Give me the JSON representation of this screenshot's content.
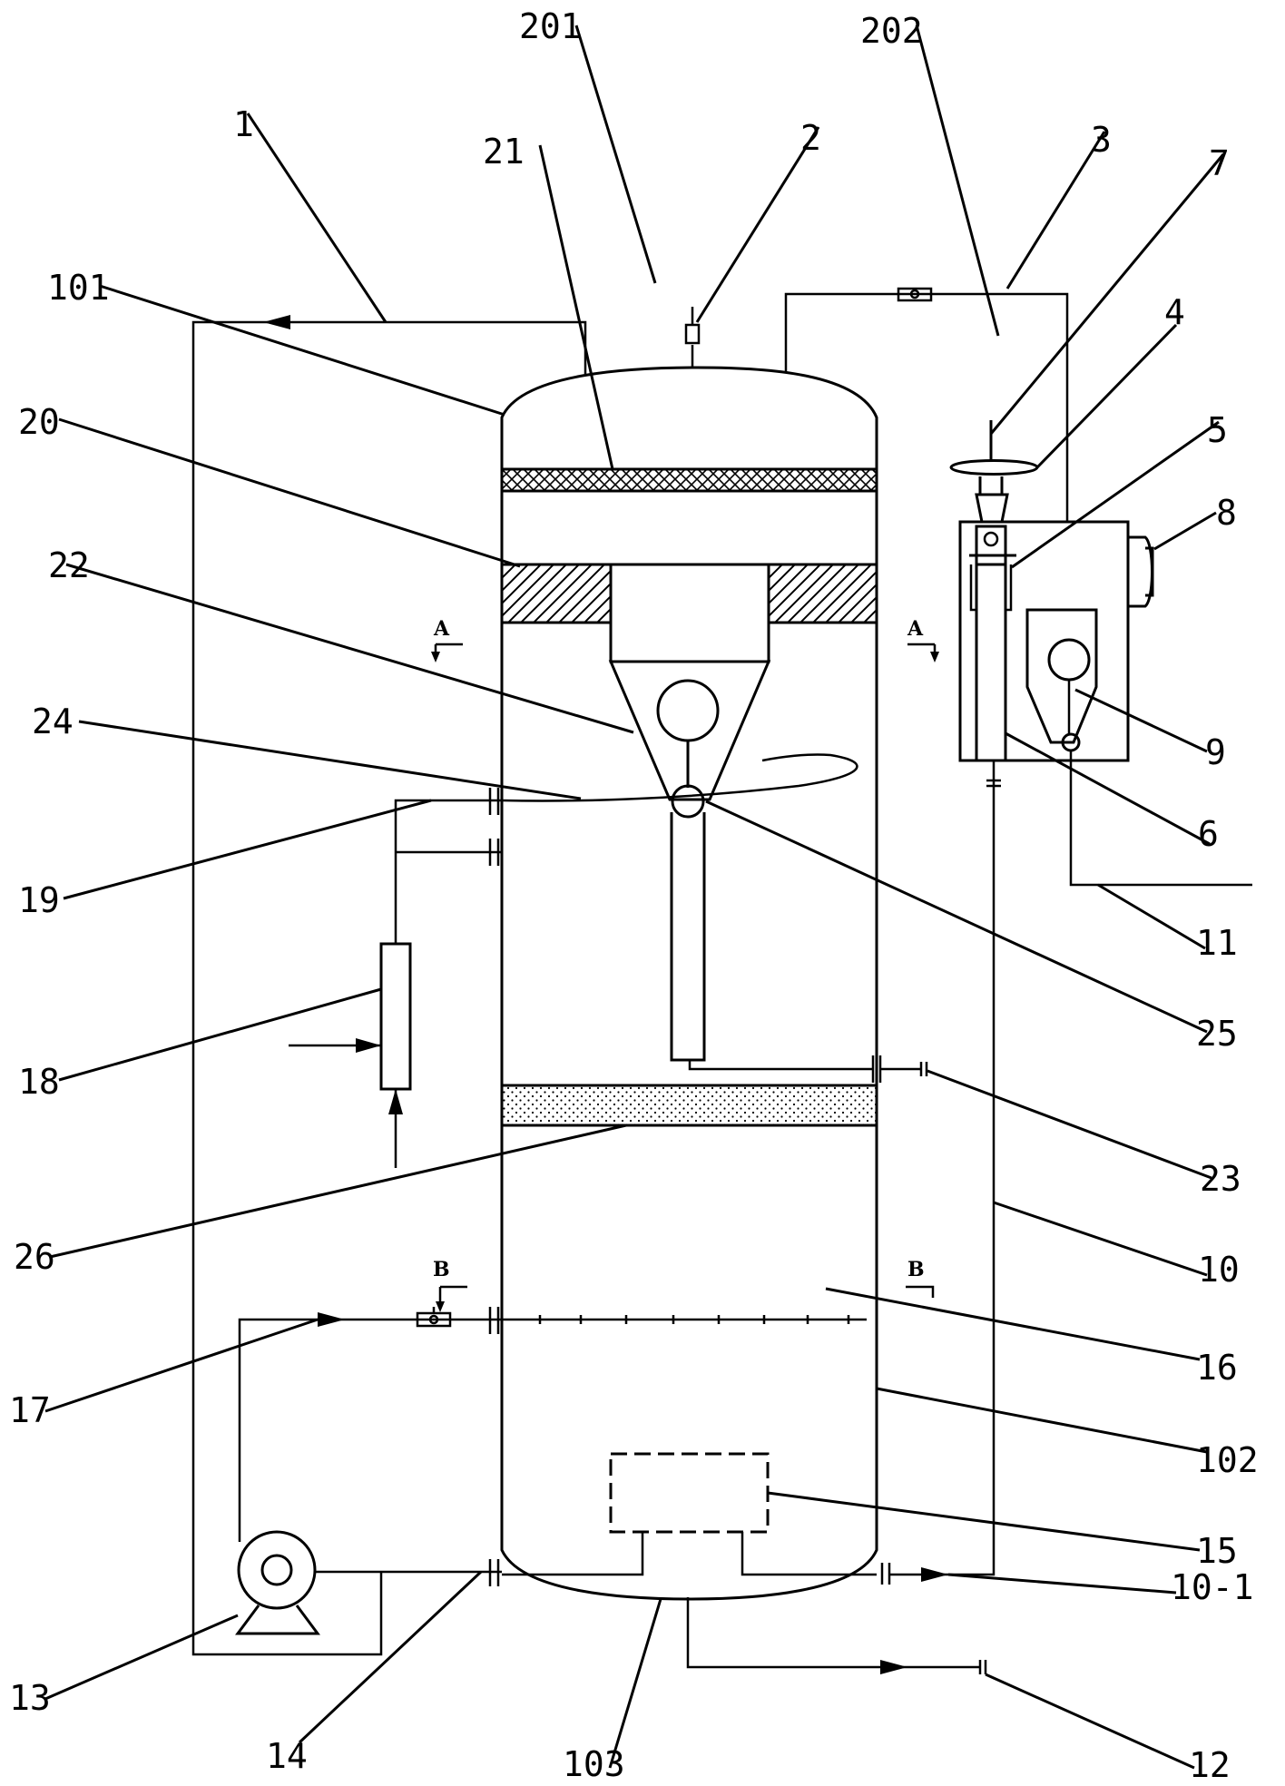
{
  "labels": {
    "l1": "1",
    "l2": "2",
    "l3": "3",
    "l4": "4",
    "l5": "5",
    "l6": "6",
    "l7": "7",
    "l8": "8",
    "l9": "9",
    "l10": "10",
    "l10_1": "10-1",
    "l11": "11",
    "l12": "12",
    "l13": "13",
    "l14": "14",
    "l15": "15",
    "l16": "16",
    "l17": "17",
    "l18": "18",
    "l19": "19",
    "l20": "20",
    "l21": "21",
    "l22": "22",
    "l23": "23",
    "l24": "24",
    "l25": "25",
    "l26": "26",
    "l101": "101",
    "l102": "102",
    "l103": "103",
    "l201": "201",
    "l202": "202"
  },
  "section_marks": {
    "a_left": "A",
    "a_right": "A",
    "b_left": "B",
    "b_right": "B"
  }
}
